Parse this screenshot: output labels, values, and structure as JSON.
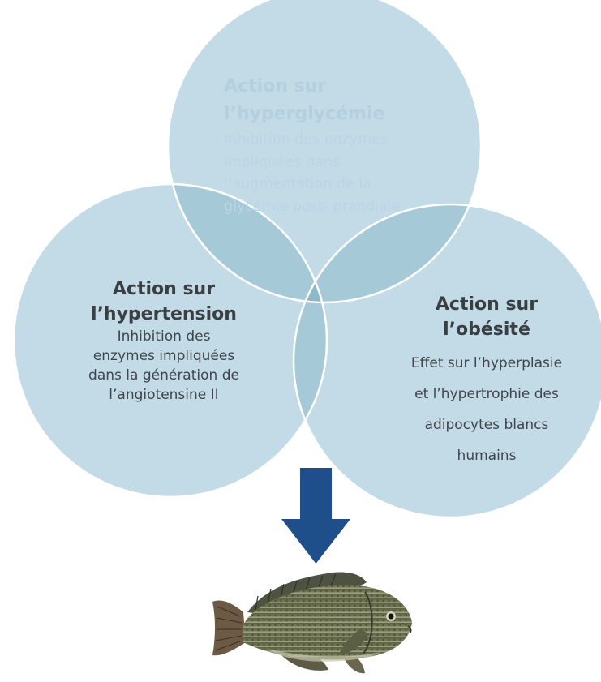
{
  "colors": {
    "circle_fill": "#bcd8e4",
    "overlap_fill": "#9fc3d3",
    "arrow_fill": "#1f4f8a",
    "text_dark": "#3a3f44",
    "text_light": "#b4cfdd"
  },
  "circles": {
    "top": {
      "title": [
        "Action sur",
        "l’hyperglycémie"
      ],
      "body": [
        "Inhibition des enzymes",
        "impliquées dans",
        "l’augmentation de la",
        "glycémie post- prandiale"
      ]
    },
    "left": {
      "title": [
        "Action sur",
        "l’hypertension"
      ],
      "body": [
        "Inhibition des",
        "enzymes impliquées",
        "dans la génération de",
        "l’angiotensine II"
      ]
    },
    "right": {
      "title": [
        "Action sur",
        "l’obésité"
      ],
      "body": [
        "Effet sur l’hyperplasie",
        "et l’hypertrophie des",
        "adipocytes blancs",
        "humains"
      ]
    }
  },
  "arrow_icon": "down-arrow-icon",
  "fish_icon": "tilapia-fish-icon"
}
